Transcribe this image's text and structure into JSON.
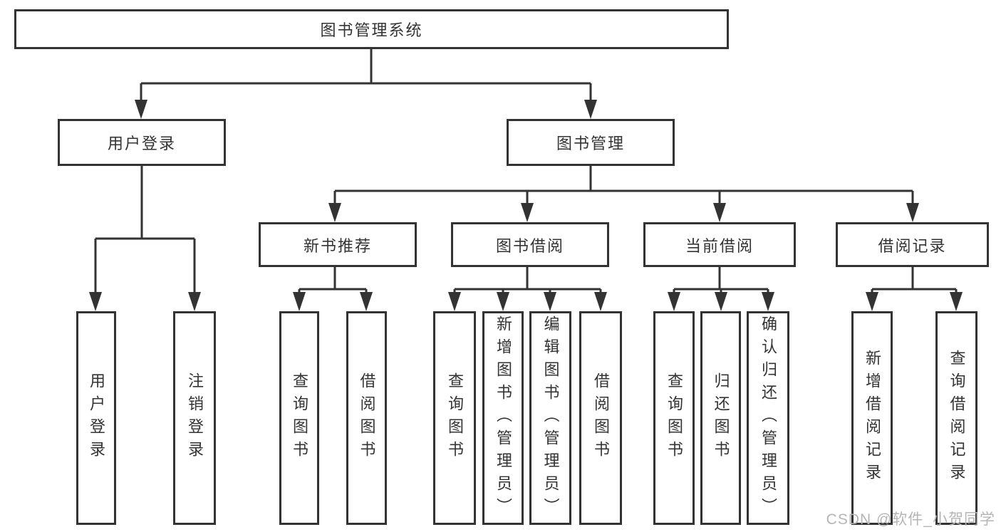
{
  "diagram": {
    "root": {
      "label": "图书管理系统"
    },
    "level2": [
      {
        "label": "用户登录"
      },
      {
        "label": "图书管理"
      }
    ],
    "level3": [
      {
        "label": "新书推荐"
      },
      {
        "label": "图书借阅"
      },
      {
        "label": "当前借阅"
      },
      {
        "label": "借阅记录"
      }
    ],
    "leaves": {
      "user_login": [
        "用户登录",
        "注销登录"
      ],
      "new_book": [
        "查询图书",
        "借阅图书"
      ],
      "book_borrow": [
        "查询图书",
        "新增图书（管理员）",
        "编辑图书（管理员）",
        "借阅图书"
      ],
      "current_borrow": [
        "查询图书",
        "归还图书",
        "确认归还（管理员）"
      ],
      "borrow_records": [
        "新增借阅记录",
        "查询借阅记录"
      ]
    }
  },
  "watermark": {
    "text": "CSDN @软件_小贺同学",
    "color": "#b5b5b5"
  },
  "colors": {
    "line": "#333333",
    "text": "#333333",
    "background": "#ffffff"
  }
}
